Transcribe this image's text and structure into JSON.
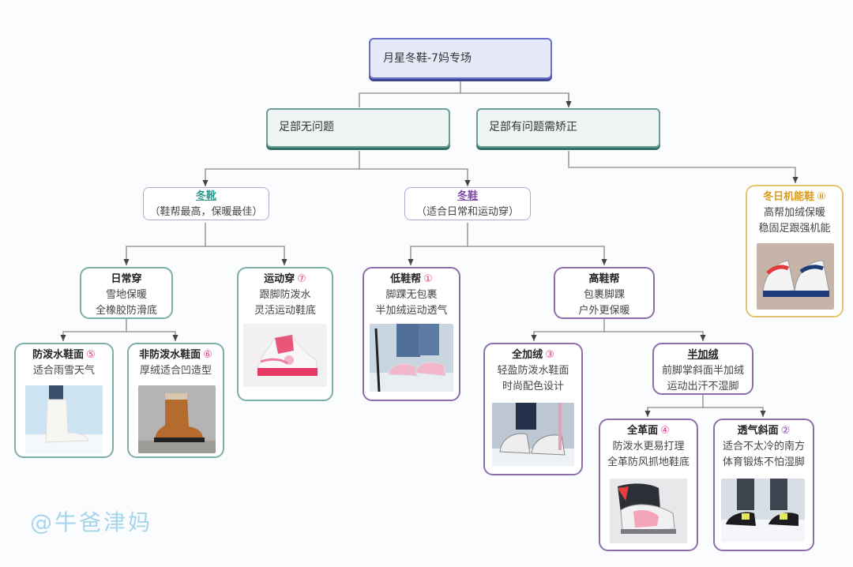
{
  "root": {
    "label": "月星冬鞋-7妈专场"
  },
  "level1": {
    "no_problem": "足部无问题",
    "has_problem": "足部有问题需矫正"
  },
  "boots": {
    "title": "冬靴",
    "desc": "（鞋帮最高，保暖最佳）"
  },
  "winter_shoes": {
    "title": "冬鞋",
    "desc": "（适合日常和运动穿）"
  },
  "daily": {
    "title": "日常穿",
    "lines": [
      "雪地保暖",
      "全橡胶防滑底"
    ]
  },
  "sport": {
    "title": "运动穿",
    "num": "⑦",
    "lines": [
      "跟脚防泼水",
      "灵活运动鞋底"
    ]
  },
  "low_top": {
    "title": "低鞋帮",
    "num": "①",
    "lines": [
      "脚踝无包裹",
      "半加绒运动透气"
    ]
  },
  "high_top": {
    "title": "高鞋帮",
    "lines": [
      "包裹脚踝",
      "户外更保暖"
    ]
  },
  "waterproof": {
    "title": "防泼水鞋面",
    "num": "⑤",
    "lines": [
      "适合雨雪天气"
    ]
  },
  "non_waterproof": {
    "title": "非防泼水鞋面",
    "num": "⑥",
    "lines": [
      "厚绒适合凹造型"
    ]
  },
  "full_fleece": {
    "title": "全加绒",
    "num": "③",
    "lines": [
      "轻盈防泼水鞋面",
      "时尚配色设计"
    ]
  },
  "half_fleece": {
    "title": "半加绒",
    "lines": [
      "前脚掌斜面半加绒",
      "运动出汗不湿脚"
    ]
  },
  "full_leather": {
    "title": "全革面",
    "num": "④",
    "lines": [
      "防泼水更易打理",
      "全革防风抓地鞋底"
    ]
  },
  "breathable": {
    "title": "透气斜面",
    "num": "②",
    "lines": [
      "适合不太冷的南方",
      "体育锻炼不怕湿脚"
    ]
  },
  "functional": {
    "title": "冬日机能鞋",
    "num": "⑧",
    "lines": [
      "高帮加绒保暖",
      "稳固足跟强机能"
    ]
  },
  "watermark": "@牛爸津妈",
  "colors": {
    "root_border": "#6870c8",
    "teal_border": "#6a9e96",
    "teal_title": "#2a9a8c",
    "purple_border": "#8e6eaa",
    "purple_title": "#7a48a6",
    "gold_border": "#e2c46e",
    "gold_title": "#d99a16",
    "number_pink": "#d93a8a",
    "connector": "#888888"
  }
}
